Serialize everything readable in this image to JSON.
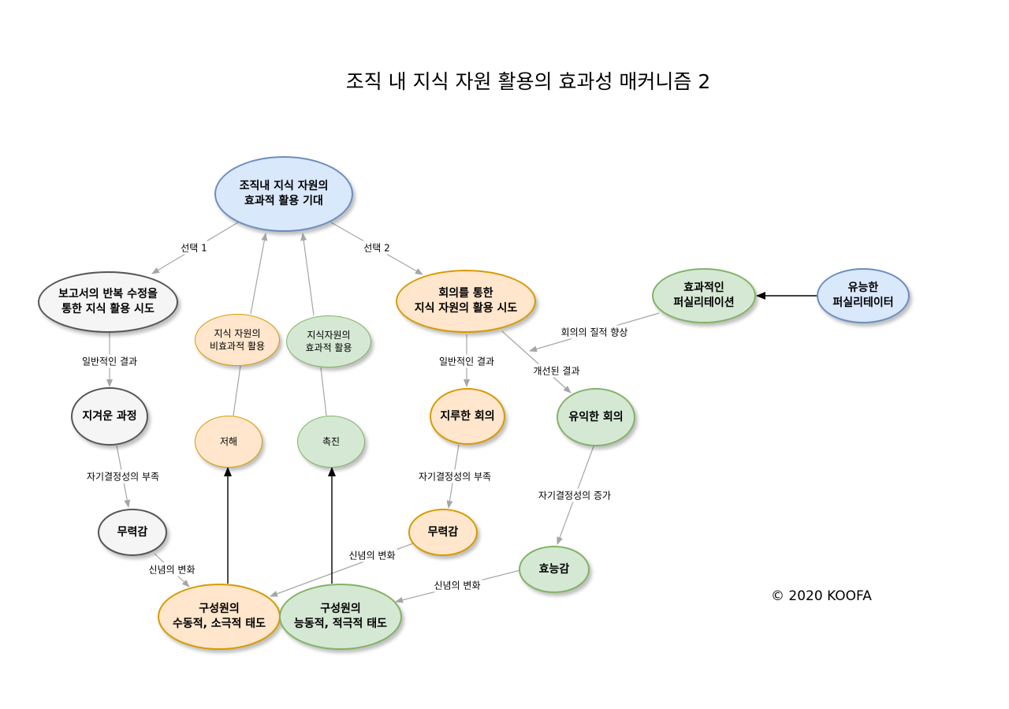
{
  "title": "조직 내 지식 자원 활용의 효과성 매커니즘 2",
  "copyright": "© 2020 KOOFA",
  "nodes": {
    "expectation": "조직내 지식 자원의\n효과적 활용 기대",
    "report_attempt": "보고서의 반복 수정을\n통한 지식 활용 시도",
    "meeting_attempt": "회의를 통한\n지식 자원의 활용 시도",
    "ineffective_use": "지식 자원의\n비효과적 활용",
    "effective_use": "지식자원의\n효과적 활용",
    "effective_facilitation": "효과적인\n퍼실리테이션",
    "capable_facilitator": "유능한\n퍼실리테이터",
    "tedious_process": "지겨운 과정",
    "hindrance": "저해",
    "promotion": "촉진",
    "boring_meeting": "지루한 회의",
    "useful_meeting": "유익한 회의",
    "helplessness_left": "무력감",
    "helplessness_mid": "무력감",
    "efficacy": "효능감",
    "passive_attitude": "구성원의\n수동적, 소극적 태도",
    "active_attitude": "구성원의\n능동적, 적극적 태도"
  },
  "edge_labels": {
    "choice1": "선택 1",
    "choice2": "선택 2",
    "usual_result_left": "일반적인 결과",
    "usual_result_mid": "일반적인 결과",
    "quality_improve": "회의의 질적 향상",
    "improved_result": "개선된 결과",
    "lack_self_left": "자기결정성의 부족",
    "lack_self_mid": "자기결정성의 부족",
    "increase_self": "자기결정성의 증가",
    "belief_change_left": "신념의 변화",
    "belief_change_mid": "신념의 변화",
    "belief_change_right": "신념의 변화"
  }
}
